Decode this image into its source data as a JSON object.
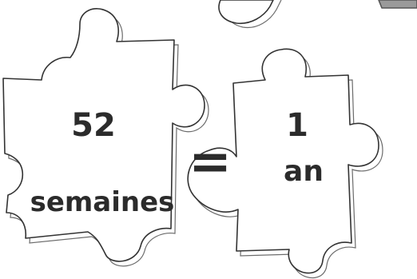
{
  "left_piece": {
    "top_text": "52",
    "bottom_text": "semaines"
  },
  "equals_sign": "=",
  "right_piece": {
    "top_text": "1",
    "bottom_text": "an"
  },
  "colors": {
    "ink": "#2b2b2b",
    "outline": "#333333",
    "shadow": "#6b6b6b",
    "background": "#ffffff"
  }
}
